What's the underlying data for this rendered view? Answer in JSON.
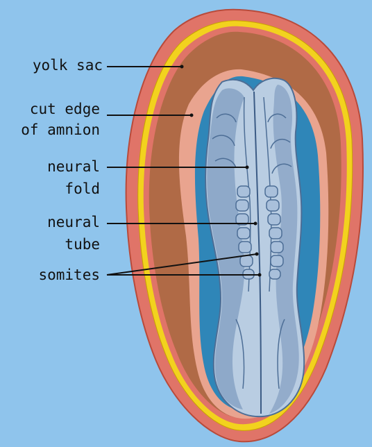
{
  "labels": {
    "yolk_sac": "yolk sac",
    "cut_edge_line1": "cut edge",
    "cut_edge_line2": "of amnion",
    "neural_fold_line1": "neural",
    "neural_fold_line2": "fold",
    "neural_tube_line1": "neural",
    "neural_tube_line2": "tube",
    "somites": "somites"
  },
  "colors": {
    "background": "#8fc4ec",
    "outer_membrane": "#e07468",
    "yolk_layer": "#f2d21e",
    "yolk_sac": "#b06a46",
    "amnion_inner": "#e9a48f",
    "amnion_edge": "#2f86b8",
    "embryo": "#b9cde2",
    "embryo_shadow": "#6f8fb5",
    "leader_line": "#111111"
  }
}
